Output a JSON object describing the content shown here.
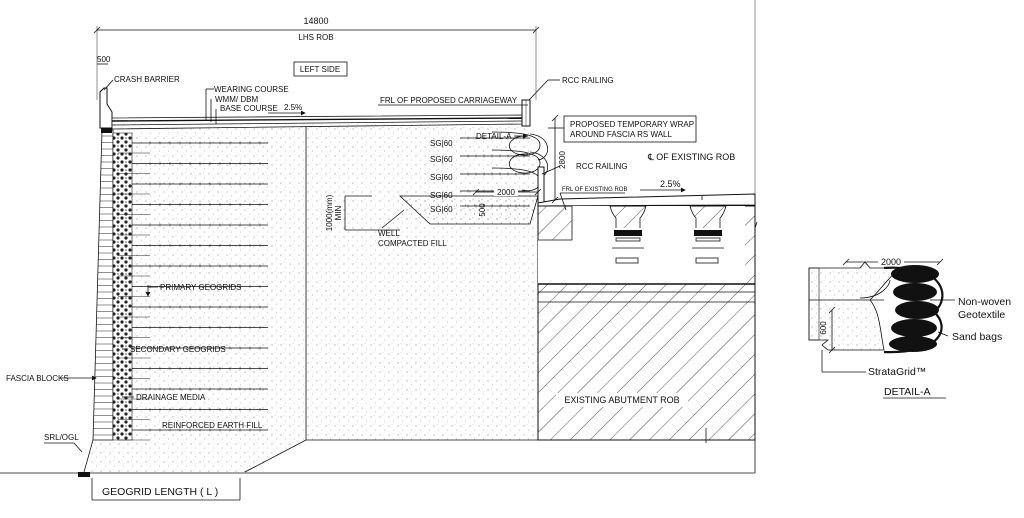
{
  "dimensions": {
    "overall_width": "14800",
    "overall_width_label": "LHS ROB",
    "barrier_width": "500",
    "wrap_height": "2800",
    "wrap_length": "2000",
    "min_depth_value": "1000(mm)",
    "min_depth_label": "MIN",
    "small_dim": "500",
    "detail_length": "2000",
    "detail_height": "600"
  },
  "labels": {
    "left_side": "LEFT SIDE",
    "crash_barrier": "CRASH BARRIER",
    "wearing_course": "WEARING COURSE",
    "wmm_dbm": "WMM/ DBM",
    "base_course": "BASE COURSE",
    "slope_left": "2.5%",
    "frl_proposed": "FRL OF PROPOSED CARRIAGEWAY",
    "rcc_railing_top": "RCC RAILING",
    "temp_wrap_line1": "PROPOSED TEMPORARY  WRAP",
    "temp_wrap_line2": "AROUND FASCIA RS WALL",
    "detail_a_callout": "DETAIL-A",
    "existing_rob_cl": "℄ OF EXISTING ROB",
    "rcc_railing_lower": "RCC RAILING",
    "frl_existing": "FRL OF EXISTING ROB",
    "slope_right": "2.5%",
    "well_compacted_1": "WELL",
    "well_compacted_2": "COMPACTED FILL",
    "primary_geogrids": "PRIMARY GEOGRIDS",
    "secondary_geogrids": "SECONDARY GEOGRIDS",
    "fascia_blocks": "FASCIA  BLOCKS",
    "drainage_media": "DRAINAGE MEDIA",
    "reinforced_fill": "REINFORCED EARTH FILL",
    "srl_ogl": "SRL/OGL",
    "geogrid_length": "GEOGRID LENGTH ( L )",
    "existing_abutment": "EXISTING ABUTMENT ROB",
    "non_woven_1": "Non-woven",
    "non_woven_2": "Geotextile",
    "sand_bags": "Sand bags",
    "stratagrid": "StrataGrid™",
    "detail_a_title": "DETAIL-A"
  },
  "sg_labels": [
    "SG|60",
    "SG|60",
    "SG|60",
    "SG|60",
    "SG|60"
  ],
  "colors": {
    "line": "#111111",
    "background": "#ffffff",
    "dots": "#555555"
  }
}
